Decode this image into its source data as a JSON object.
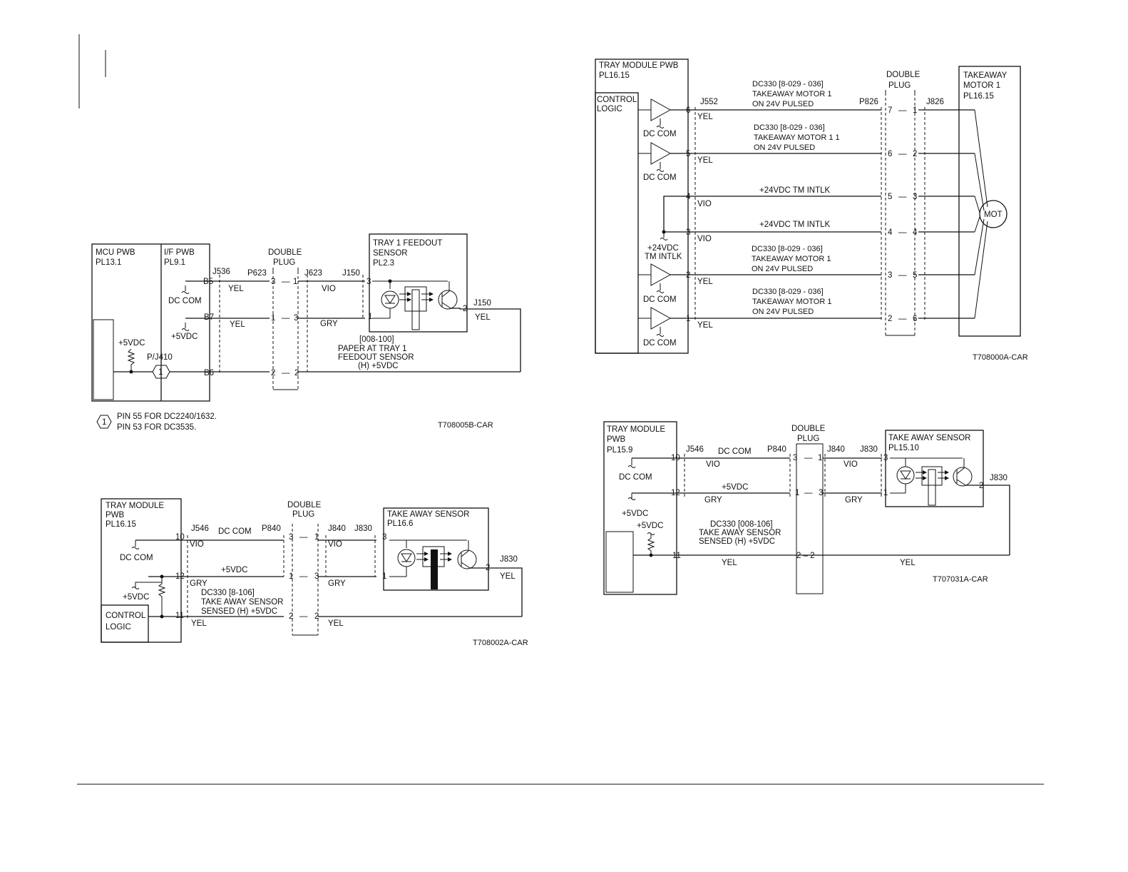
{
  "diag1": {
    "mcu": "MCU PWB",
    "mcu_pl": "PL13.1",
    "if": "I/F PWB",
    "if_pl": "PL9.1",
    "b5": "B5",
    "b7": "B7",
    "b6": "B6",
    "dc_com": "DC COM",
    "p5vdc": "+5VDC",
    "p5vdc_b": "+5VDC",
    "pj410": "P/J410",
    "circle1": "1",
    "j536": "J536",
    "p623": "P623",
    "j623": "J623",
    "j150a": "J150",
    "j150b": "J150",
    "dp1": "DOUBLE",
    "dp2": "PLUG",
    "yel1": "YEL",
    "yel2": "YEL",
    "yel3": "YEL",
    "vio": "VIO",
    "gry": "GRY",
    "pin3a": "3",
    "pin1a": "1",
    "pin1b": "1",
    "pin3b": "3",
    "pin2a": "2",
    "pin2b": "2",
    "s_pin3": "3",
    "s_pin1": "1",
    "s_pin2": "2",
    "sensor1": "TRAY 1 FEEDOUT",
    "sensor2": "SENSOR",
    "sensor_pl": "PL2.3",
    "fault1": "[008-100]",
    "fault2": "PAPER AT TRAY 1",
    "fault3": "FEEDOUT SENSOR",
    "fault4": "(H) +5VDC",
    "note1": "PIN 55 FOR DC2240/1632.",
    "note2": "PIN 53 FOR DC3535.",
    "note_num": "1",
    "code": "T708005B-CAR"
  },
  "diag2": {
    "pwb1": "TRAY MODULE",
    "pwb2": "PWB",
    "pl": "PL16.15",
    "ctl1": "CONTROL",
    "ctl2": "LOGIC",
    "dc_com": "DC COM",
    "p5vdc": "+5VDC",
    "pin10": "10",
    "pin12": "12",
    "pin11": "11",
    "j546": "J546",
    "dccom_wire": "DC COM",
    "p840": "P840",
    "dp1": "DOUBLE",
    "dp2": "PLUG",
    "j840": "J840",
    "j830a": "J830",
    "j830b": "J830",
    "vio1": "VIO",
    "vio2": "VIO",
    "gry1": "GRY",
    "gry2": "GRY",
    "yel1": "YEL",
    "yel2": "YEL",
    "yel3": "YEL",
    "p5_wire": "+5VDC",
    "f1": "DC330 [8-106]",
    "f2": "TAKE AWAY SENSOR",
    "f3": "SENSED (H) +5VDC",
    "pa3": "3",
    "pa1": "1",
    "pb1": "1",
    "pb3": "3",
    "pc2": "2",
    "pd2": "2",
    "s3": "3",
    "s1": "1",
    "s2": "2",
    "sensor": "TAKE AWAY SENSOR",
    "sensor_pl": "PL16.6",
    "code": "T708002A-CAR"
  },
  "diag3": {
    "pwb1": "TRAY MODULE PWB",
    "pwb_pl": "PL16.15",
    "ctl1": "CONTROL",
    "ctl2": "LOGIC",
    "dc1": "DC COM",
    "dc2": "DC COM",
    "dc3": "DC COM",
    "dc4": "DC COM",
    "intlk1": "+24VDC",
    "intlk2": "TM INTLK",
    "j552": "J552",
    "p826": "P826",
    "j826": "J826",
    "dp1": "DOUBLE",
    "dp2": "PLUG",
    "pin6": "6",
    "pin5": "5",
    "pin4": "4",
    "pin3": "3",
    "pin2": "2",
    "pin1": "1",
    "yel1": "YEL",
    "yel2": "YEL",
    "vio1": "VIO",
    "vio2": "VIO",
    "yel3": "YEL",
    "yel4": "YEL",
    "w1a": "DC330 [8-029 - 036]",
    "w1b": "TAKEAWAY MOTOR 1",
    "w1c": "ON 24V PULSED",
    "w2a": "DC330 [8-029 - 036]",
    "w2b": "TAKEAWAY MOTOR 1  1",
    "w2c": "ON 24V PULSED",
    "w3": "+24VDC TM INTLK",
    "w4": "+24VDC TM INTLK",
    "w5a": "DC330 [8-029 - 036]",
    "w5b": "TAKEAWAY MOTOR 1",
    "w5c": "ON 24V PULSED",
    "w6a": "DC330 [8-029 - 036]",
    "w6b": "TAKEAWAY MOTOR 1",
    "w6c": "ON 24V PULSED",
    "p7": "7",
    "p6": "6",
    "p5": "5",
    "p4": "4",
    "p3": "3",
    "p2": "2",
    "q1": "1",
    "q2": "2",
    "q3": "3",
    "q4": "4",
    "q5": "5",
    "q6": "6",
    "motor1": "TAKEAWAY",
    "motor2": "MOTOR 1",
    "motor_pl": "PL16.15",
    "mot": "MOT",
    "code": "T708000A-CAR"
  },
  "diag4": {
    "pwb1": "TRAY MODULE",
    "pwb2": "PWB",
    "pl": "PL15.9",
    "dc_com": "DC COM",
    "p5vdc": "+5VDC",
    "p5vdc2": "+5VDC",
    "pin10": "10",
    "pin12": "12",
    "pin11": "11",
    "j546": "J546",
    "dccom_wire": "DC COM",
    "p840": "P840",
    "dp1": "DOUBLE",
    "dp2": "PLUG",
    "j840": "J840",
    "j830a": "J830",
    "j830b": "J830",
    "vio1": "VIO",
    "vio2": "VIO",
    "gry1": "GRY",
    "gry2": "GRY",
    "yel1": "YEL",
    "yel2": "YEL",
    "p5_wire": "+5VDC",
    "f1": "DC330 [008-106]",
    "f2": "TAKE AWAY SENSOR",
    "f3": "SENSED (H) +5VDC",
    "pa3": "3",
    "pa1": "1",
    "pb1": "1",
    "pb3": "3",
    "pc": "2  –  2",
    "s3": "3",
    "s1": "1",
    "s2": "2",
    "sensor": "TAKE AWAY SENSOR",
    "sensor_pl": "PL15.10",
    "code": "T707031A-CAR"
  }
}
